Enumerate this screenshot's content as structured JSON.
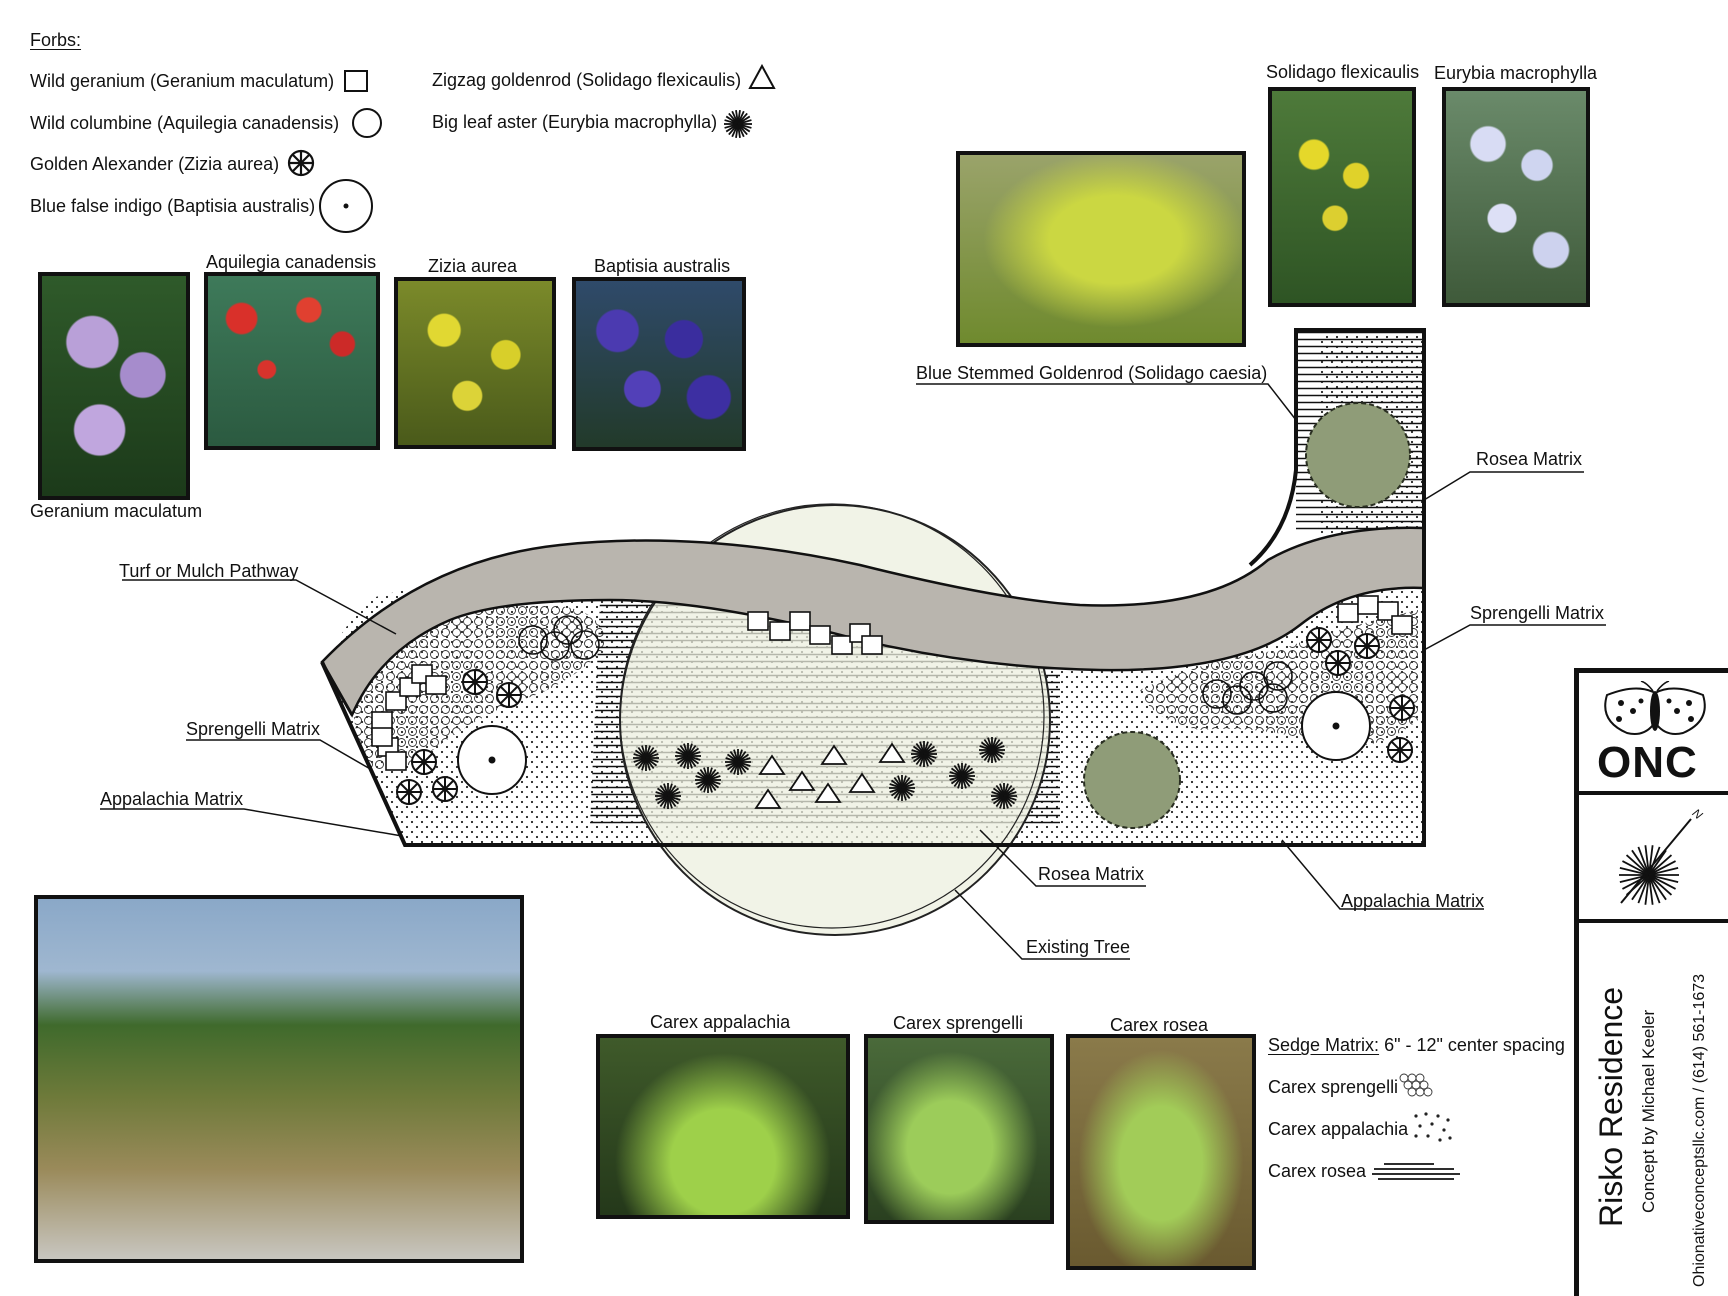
{
  "forbs": {
    "heading": "Forbs:",
    "items": [
      {
        "label": "Wild geranium (Geranium maculatum)",
        "icon": "square-symbol"
      },
      {
        "label": "Wild columbine (Aquilegia canadensis)",
        "icon": "circle-symbol"
      },
      {
        "label": "Golden Alexander (Zizia aurea)",
        "icon": "spoked-circle-symbol"
      },
      {
        "label": "Blue false indigo (Baptisia australis)",
        "icon": "dotted-circle-symbol"
      },
      {
        "label": "Zigzag goldenrod (Solidago flexicaulis)",
        "icon": "triangle-symbol"
      },
      {
        "label": "Big leaf aster (Eurybia macrophylla)",
        "icon": "starburst-symbol"
      }
    ]
  },
  "photos": {
    "geranium": "Geranium maculatum",
    "aquilegia": "Aquilegia canadensis",
    "zizia": "Zizia aurea",
    "baptisia": "Baptisia australis",
    "solidago": "Solidago flexicaulis",
    "eurybia": "Eurybia macrophylla",
    "carex_appalachia": "Carex appalachia",
    "carex_sprengelli": "Carex sprengelli",
    "carex_rosea": "Carex rosea"
  },
  "plan_labels": {
    "blue_stemmed": "Blue Stemmed Goldenrod (Solidago caesia)",
    "rosea_matrix_top": "Rosea Matrix",
    "sprengelli_right": "Sprengelli Matrix",
    "turf": "Turf or Mulch Pathway",
    "sprengelli_left": "Sprengelli Matrix",
    "appalachia_left": "Appalachia Matrix",
    "rosea_matrix_bottom": "Rosea Matrix",
    "existing_tree": "Existing Tree",
    "appalachia_right": "Appalachia Matrix"
  },
  "sedge": {
    "title_underlined": "Sedge Matrix:",
    "title_rest": " 6\" - 12\" center spacing",
    "items": [
      {
        "label": "Carex sprengelli",
        "icon": "small-circles-symbol"
      },
      {
        "label": "Carex appalachia",
        "icon": "dots-symbol"
      },
      {
        "label": "Carex rosea",
        "icon": "lines-symbol"
      }
    ]
  },
  "sidebar": {
    "logo_text": "ONC",
    "north_label": "N",
    "title": "Risko Residence",
    "subtitle": "Concept by Michael Keeler",
    "contact": "Ohionativeconceptsllc.com / (614) 561-1673"
  },
  "colors": {
    "path": "#b9b5ae",
    "tree_canopy": "#ecefdf",
    "shrub": "#8f9c78",
    "outline": "#111111"
  }
}
